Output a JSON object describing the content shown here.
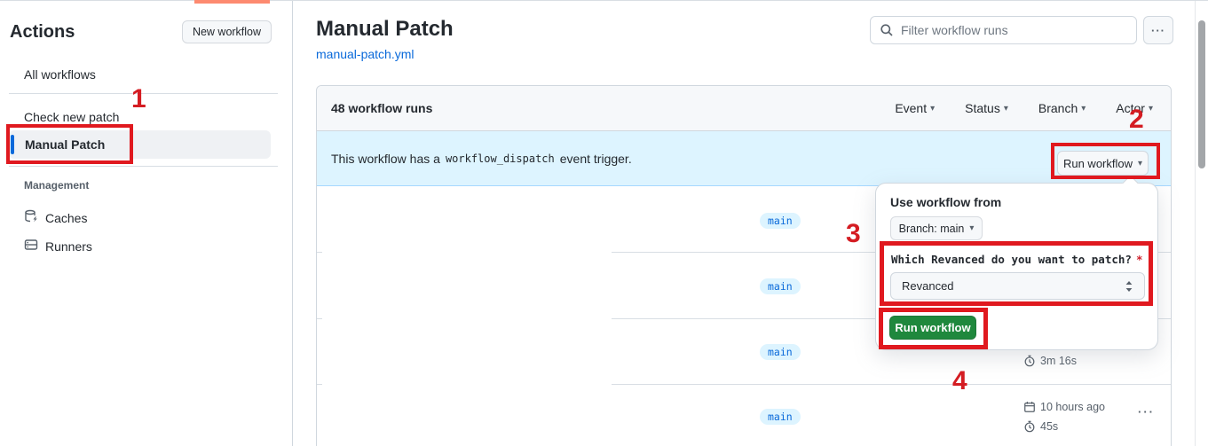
{
  "colors": {
    "accent_blue": "#0969da",
    "banner_bg": "#ddf4ff",
    "button_green": "#1f883d",
    "annotation_red": "#e0191f",
    "badge_bg": "#ddf4ff",
    "badge_text": "#0969da"
  },
  "glyphs": {
    "caret_down": "▾",
    "kebab": "···",
    "required": "*"
  },
  "sidebar": {
    "title": "Actions",
    "new_workflow_label": "New workflow",
    "items": [
      {
        "label": "All workflows"
      },
      {
        "label": "Check new patch"
      },
      {
        "label": "Manual Patch",
        "active": true
      }
    ],
    "management_header": "Management",
    "management_items": [
      {
        "label": "Caches",
        "icon": "cache-icon"
      },
      {
        "label": "Runners",
        "icon": "server-icon"
      }
    ]
  },
  "header": {
    "title": "Manual Patch",
    "file_link": "manual-patch.yml",
    "filter_placeholder": "Filter workflow runs"
  },
  "runs_panel": {
    "count_label": "48 workflow runs",
    "filters": [
      {
        "label": "Event"
      },
      {
        "label": "Status"
      },
      {
        "label": "Branch"
      },
      {
        "label": "Actor"
      }
    ],
    "banner": {
      "text_before": "This workflow has a",
      "code": "workflow_dispatch",
      "text_after": "event trigger.",
      "run_button_label": "Run workflow"
    },
    "rows": [
      {
        "branch": "main"
      },
      {
        "branch": "main"
      },
      {
        "branch": "main",
        "duration": "3m 16s"
      },
      {
        "branch": "main",
        "time": "10 hours ago",
        "duration": "45s"
      }
    ]
  },
  "run_dialog": {
    "heading": "Use workflow from",
    "branch_button_label": "Branch: main",
    "input_label": "Which Revanced do you want to patch?",
    "select_value": "Revanced",
    "submit_label": "Run workflow"
  },
  "annotations": {
    "steps": [
      "1",
      "2",
      "3",
      "4"
    ]
  }
}
